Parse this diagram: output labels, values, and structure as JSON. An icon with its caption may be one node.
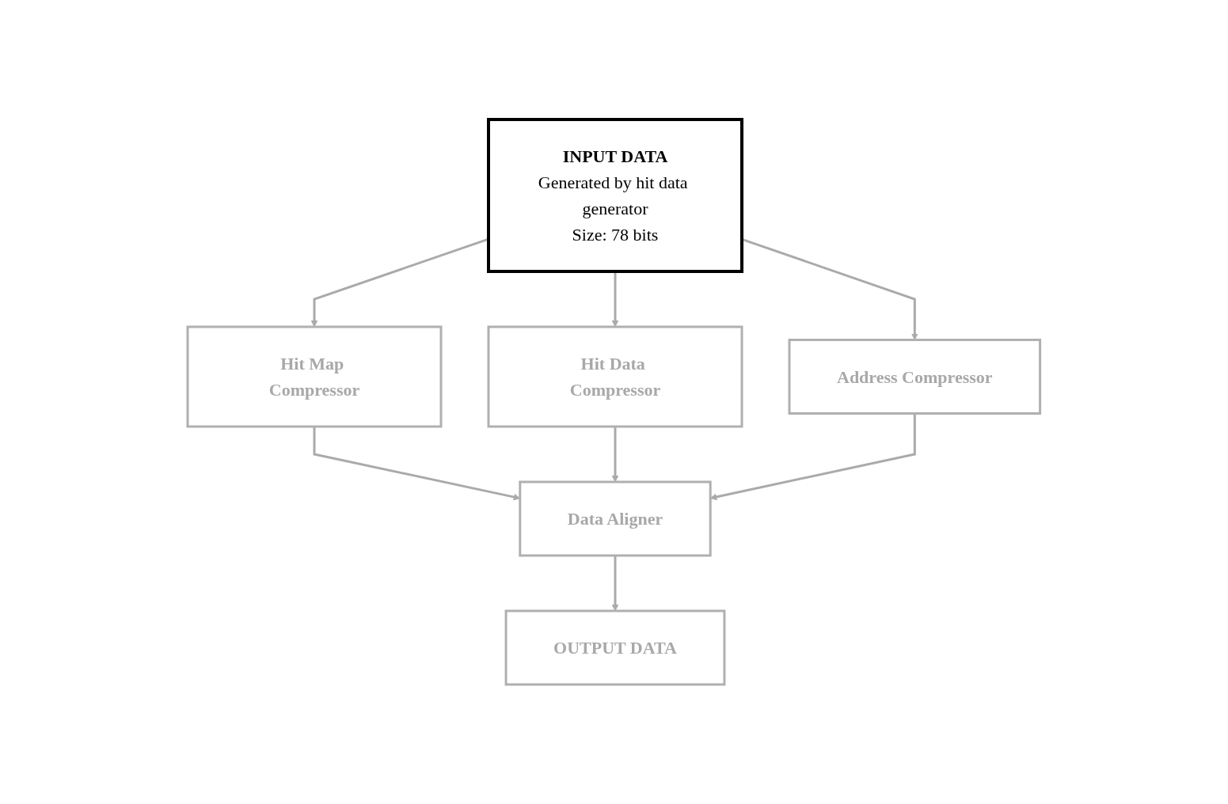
{
  "diagram": {
    "nodes": [
      {
        "text": [
          "INPUT DATA",
          "Generated by hit data generator",
          "Size: 78 bits"
        ]
      },
      {
        "text": [
          "Hit Map Compressor"
        ]
      },
      {
        "text": [
          "Hit Data Compressor"
        ]
      },
      {
        "text": [
          "Address Compressor"
        ]
      },
      {
        "text": [
          "Data Aligner"
        ]
      },
      {
        "text": [
          "OUTPUT DATA"
        ]
      }
    ],
    "edges": [
      {
        "from": 0,
        "to": 1,
        "arrow": "to"
      },
      {
        "from": 0,
        "to": 2,
        "arrow": "to"
      },
      {
        "from": 0,
        "to": 3,
        "arrow": "to"
      },
      {
        "from": 1,
        "to": 4,
        "arrow": "to"
      },
      {
        "from": 2,
        "to": 4,
        "arrow": "to"
      },
      {
        "from": 3,
        "to": 4,
        "arrow": "to"
      },
      {
        "from": 4,
        "to": 5,
        "arrow": "to"
      }
    ]
  }
}
